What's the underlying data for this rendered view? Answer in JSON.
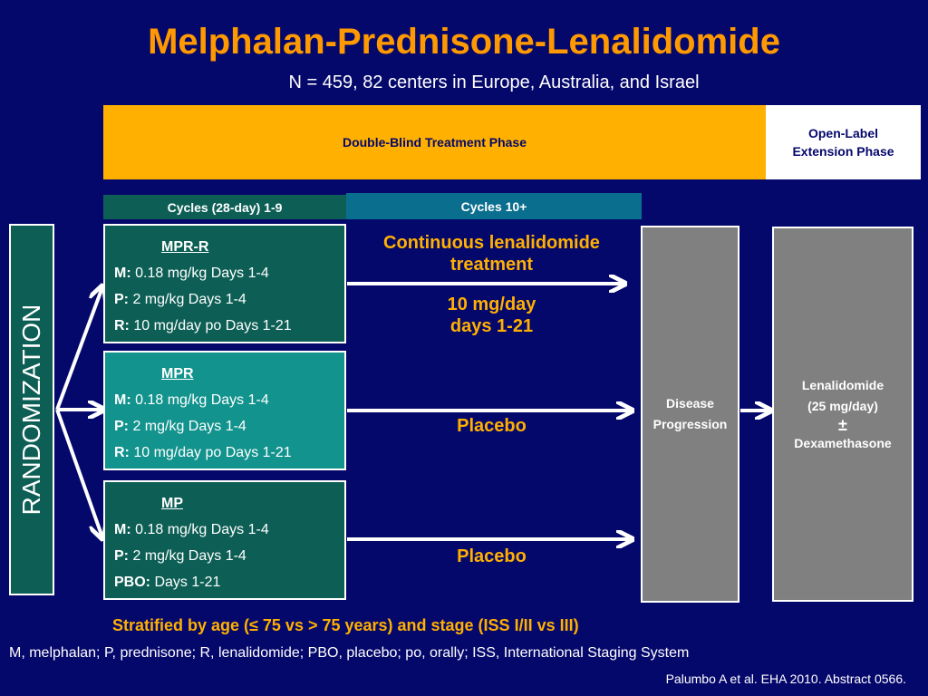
{
  "title": "Melphalan-Prednisone-Lenalidomide",
  "subtitle": "N = 459, 82 centers in Europe, Australia, and Israel",
  "phases": {
    "double_blind": "Double-Blind Treatment Phase",
    "open_label_line1": "Open-Label",
    "open_label_line2": "Extension Phase"
  },
  "cycles": {
    "first": "Cycles (28-day) 1-9",
    "second": "Cycles 10+"
  },
  "randomization": "RANDOMIZATION",
  "arms": [
    {
      "name": "MPR-R",
      "lines": [
        {
          "key": "M:",
          "value": " 0.18 mg/kg Days 1-4"
        },
        {
          "key": "P:",
          "value": " 2 mg/kg Days 1-4"
        },
        {
          "key": "R:",
          "value": " 10 mg/day po Days 1-21"
        }
      ]
    },
    {
      "name": "MPR",
      "lines": [
        {
          "key": "M:",
          "value": " 0.18 mg/kg Days 1-4"
        },
        {
          "key": "P:",
          "value": " 2 mg/kg Days 1-4"
        },
        {
          "key": "R:",
          "value": " 10 mg/day po Days 1-21"
        }
      ]
    },
    {
      "name": "MP",
      "lines": [
        {
          "key": "M:",
          "value": " 0.18 mg/kg Days 1-4"
        },
        {
          "key": "P:",
          "value": " 2 mg/kg Days 1-4"
        },
        {
          "key": "PBO:",
          "value": " Days 1-21"
        }
      ]
    }
  ],
  "continuation": {
    "arm1_line1": "Continuous lenalidomide",
    "arm1_line2": "treatment",
    "arm1_dose1": "10 mg/day",
    "arm1_dose2": "days 1-21",
    "arm2": "Placebo",
    "arm3": "Placebo"
  },
  "progression": {
    "line1": "Disease",
    "line2": "Progression"
  },
  "extension": {
    "line1": "Lenalidomide",
    "line2": "(25 mg/day)",
    "line3": "±",
    "line4": "Dexamethasone"
  },
  "stratified": "Stratified by age (≤ 75 vs > 75 years) and stage (ISS I/II vs III)",
  "abbreviations": "M, melphalan; P, prednisone; R, lenalidomide; PBO, placebo; po, orally; ISS, International Staging System",
  "citation": "Palumbo A et al. EHA 2010. Abstract 0566.",
  "colors": {
    "background": "#05086b",
    "title": "#ff9900",
    "accent": "#ffb000",
    "arm_dark": "#0d5f55",
    "arm_light": "#13938d",
    "cycles_second": "#0a6e8f",
    "grey_box": "#808080"
  }
}
